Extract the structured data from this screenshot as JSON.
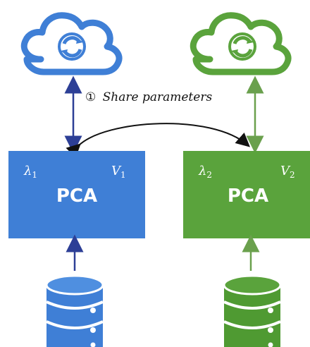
{
  "colors": {
    "blue": "#3f7fd6",
    "blue_dark": "#2f63b3",
    "green": "#5aa33c",
    "green_dark": "#3f8a2b",
    "arrow_blue": "#2d3f96",
    "arrow_green": "#6aa04d",
    "black": "#111111"
  },
  "share": {
    "marker": "①",
    "text": "Share parameters"
  },
  "left": {
    "lambda_symbol": "λ",
    "lambda_sub": "1",
    "v_symbol": "V",
    "v_sub": "1",
    "pca_label": "PCA"
  },
  "right": {
    "lambda_symbol": "λ",
    "lambda_sub": "2",
    "v_symbol": "V",
    "v_sub": "2",
    "pca_label": "PCA"
  }
}
